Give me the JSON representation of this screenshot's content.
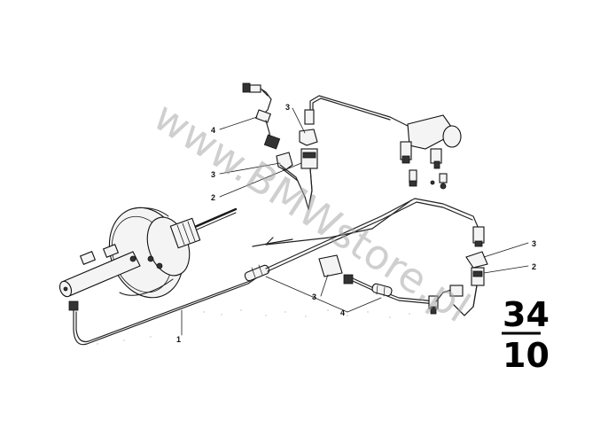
{
  "watermark": "www.BMWstore.pl",
  "part_group": {
    "top": "34",
    "bottom": "10"
  },
  "callouts": {
    "c1": "1",
    "c2a": "2",
    "c2b": "2",
    "c3a": "3",
    "c3b": "3",
    "c3c": "3",
    "c3d": "3",
    "c4a": "4",
    "c4b": "4"
  }
}
